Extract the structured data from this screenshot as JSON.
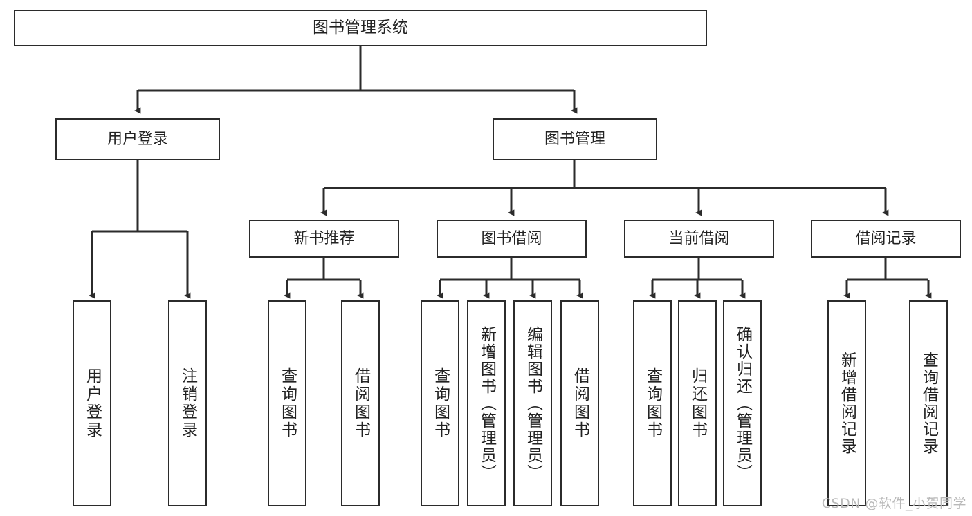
{
  "diagram": {
    "title": "图书管理系统",
    "type": "tree-hierarchy-chart",
    "root": {
      "label": "图书管理系统"
    },
    "level2": [
      {
        "label": "用户登录"
      },
      {
        "label": "图书管理"
      }
    ],
    "level3": [
      {
        "label": "新书推荐"
      },
      {
        "label": "图书借阅"
      },
      {
        "label": "当前借阅"
      },
      {
        "label": "借阅记录"
      }
    ],
    "leaves": {
      "user_login": [
        {
          "label": "用户登录"
        },
        {
          "label": "注销登录"
        }
      ],
      "new_book_recommend": [
        {
          "label": "查询图书"
        },
        {
          "label": "借阅图书"
        }
      ],
      "book_borrow": [
        {
          "label": "查询图书"
        },
        {
          "label": "新增图书（管理员）"
        },
        {
          "label": "编辑图书（管理员）"
        },
        {
          "label": "借阅图书"
        }
      ],
      "current_borrow": [
        {
          "label": "查询图书"
        },
        {
          "label": "归还图书"
        },
        {
          "label": "确认归还（管理员）"
        }
      ],
      "borrow_records": [
        {
          "label": "新增借阅记录"
        },
        {
          "label": "查询借阅记录"
        }
      ]
    }
  },
  "watermark": {
    "text": "CSDN @软件_小贺同学"
  },
  "colors": {
    "stroke": "#2b2b2b",
    "text": "#222222",
    "background": "#ffffff",
    "watermark": "#b9b9b9"
  }
}
